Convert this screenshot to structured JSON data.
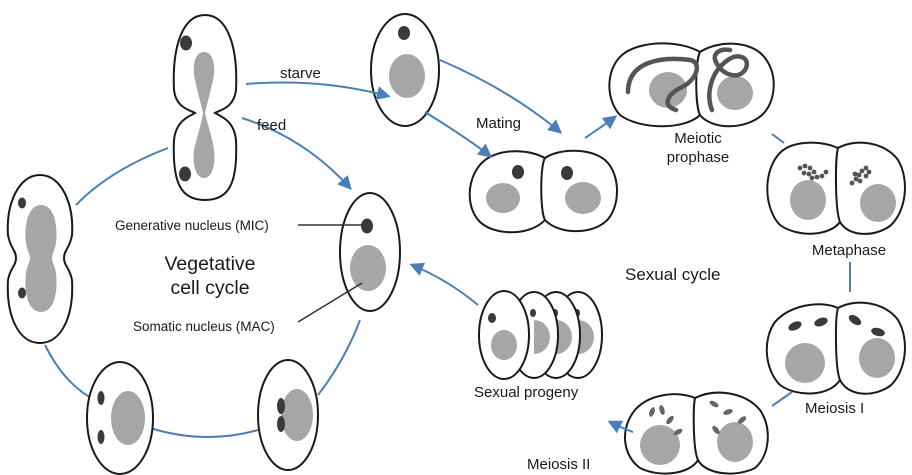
{
  "labels": {
    "starve": "starve",
    "feed": "feed",
    "mating": "Mating",
    "meiotic_prophase_1": "Meiotic",
    "meiotic_prophase_2": "prophase",
    "metaphase": "Metaphase",
    "sexual_cycle": "Sexual cycle",
    "meiosis_1": "Meiosis I",
    "meiosis_2": "Meiosis II",
    "sexual_progeny": "Sexual progeny",
    "vegetative_1": "Vegetative",
    "vegetative_2": "cell cycle",
    "mic": "Generative nucleus (MIC)",
    "mac": "Somatic nucleus (MAC)"
  },
  "colors": {
    "arrow": "#4a7fb8",
    "macronucleus": "#a6a6a6",
    "micronucleus": "#3a3a3a",
    "outline": "#1a1a1a"
  }
}
